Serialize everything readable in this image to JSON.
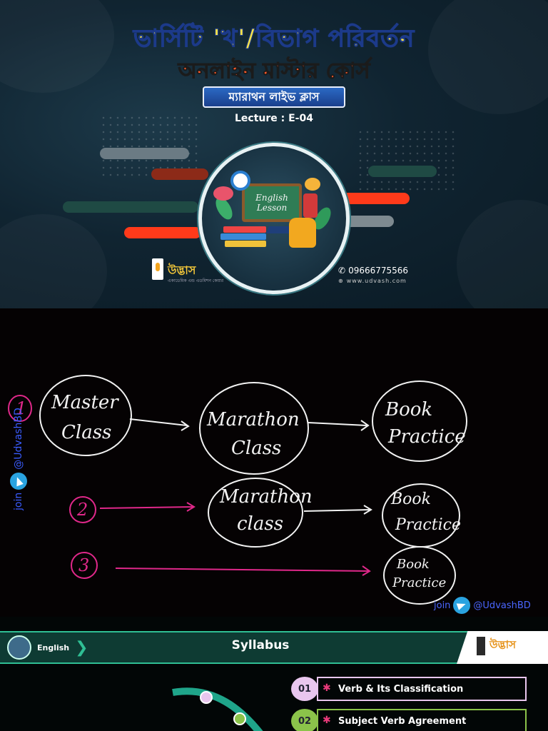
{
  "banner": {
    "title_line1": "ভার্সিটি 'খ'/বিভাগ পরিবর্তন",
    "title_line2": "অনলাইন মাস্টার কোর্স",
    "badge": "ম্যারাথন লাইভ ক্লাস",
    "lecture": "Lecture : E-04",
    "board_text_1": "English",
    "board_text_2": "Lesson",
    "logo_text": "উদ্ভাস",
    "logo_sub": "একাডেমিক এন্ড এডমিশন কেয়ার",
    "phone": "09666775566",
    "website": "www.udvash.com"
  },
  "whiteboard": {
    "row1": {
      "number": "1",
      "node1": [
        "Master",
        "Class"
      ],
      "node2": [
        "Marathon",
        "Class"
      ],
      "node3": [
        "Book",
        "Practice"
      ]
    },
    "row2": {
      "number": "2",
      "node1": [
        "Marathon",
        "class"
      ],
      "node2": [
        "Book",
        "Practice"
      ]
    },
    "row3": {
      "number": "3",
      "node1": [
        "Book",
        "Practice"
      ]
    },
    "side_join": "join",
    "side_handle": "@UdvashBD",
    "bottom_join": "join",
    "bottom_handle": "@UdvashBD"
  },
  "syllabus": {
    "subject": "English",
    "title": "Syllabus",
    "logo_text": "উদ্ভাস",
    "topics": [
      {
        "num": "01",
        "label": "Verb & Its Classification"
      },
      {
        "num": "02",
        "label": "Subject Verb Agreement"
      }
    ]
  },
  "colors": {
    "title_yellow": "#f6e24a",
    "title_orange": "#ff5a2a",
    "marker_pink": "#e0288a",
    "telegram_blue": "#2aa3e0",
    "syllabus_green": "#0e3b33"
  }
}
